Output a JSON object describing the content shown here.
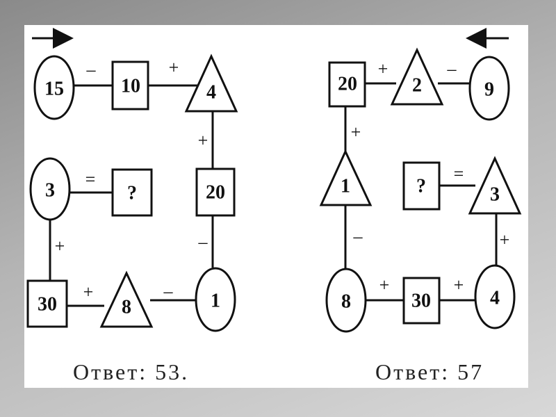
{
  "left": {
    "direction": "right",
    "nodes": {
      "n15": "15",
      "n10": "10",
      "n4": "4",
      "n20": "20",
      "n1": "1",
      "n8": "8",
      "n30": "30",
      "n3": "3",
      "q": "?"
    },
    "ops": {
      "o1": "–",
      "o2": "+",
      "o3": "+",
      "o4": "–",
      "o5": "–",
      "o6": "+",
      "o7": "+",
      "o8": "="
    },
    "answer": "Ответ: 53."
  },
  "right": {
    "direction": "left",
    "nodes": {
      "n20": "20",
      "n2": "2",
      "n9": "9",
      "n1": "1",
      "n8": "8",
      "n30": "30",
      "n4": "4",
      "n3": "3",
      "q": "?"
    },
    "ops": {
      "o1": "+",
      "o2": "–",
      "o3": "+",
      "o4": "–",
      "o5": "+",
      "o6": "+",
      "o7": "+",
      "o8": "="
    },
    "answer": "Ответ: 57"
  }
}
